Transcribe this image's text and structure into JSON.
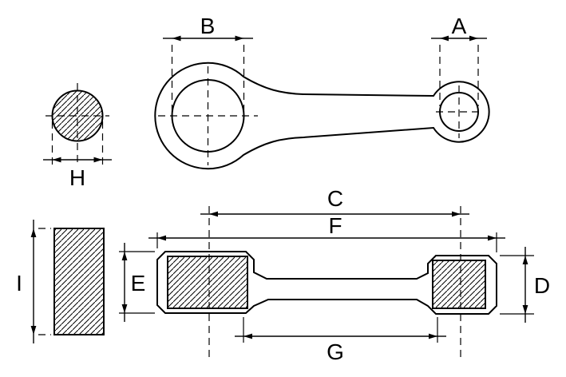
{
  "diagram": {
    "colors": {
      "line": "#000000",
      "background": "#ffffff",
      "hatch": "#000000"
    },
    "labels": {
      "a": "A",
      "b": "B",
      "c": "C",
      "d": "D",
      "e": "E",
      "f": "F",
      "g": "G",
      "h": "H",
      "i": "I"
    }
  }
}
